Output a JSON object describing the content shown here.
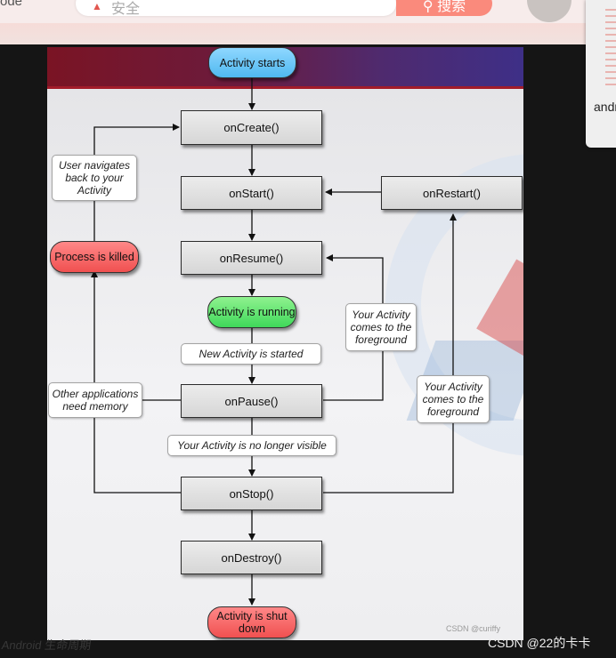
{
  "topbar": {
    "left_text": "ode",
    "search_placeholder": "安全",
    "search_button": "搜索"
  },
  "side_panel": {
    "text": "andr"
  },
  "diagram": {
    "nodes": {
      "activity_starts": "Activity starts",
      "on_create": "onCreate()",
      "on_start": "onStart()",
      "on_restart": "onRestart()",
      "on_resume": "onResume()",
      "activity_running": "Activity is running",
      "on_pause": "onPause()",
      "on_stop": "onStop()",
      "on_destroy": "onDestroy()",
      "process_killed": "Process is killed",
      "activity_shut_down": "Activity is shut down"
    },
    "notes": {
      "user_navigates_back": "User navigates back to your Activity",
      "foreground_resume": "Your Activity comes to the foreground",
      "new_activity_started": "New Activity is started",
      "other_apps_need_memory": "Other applications need memory",
      "foreground_restart": "Your Activity comes to the foreground",
      "no_longer_visible": "Your Activity is no longer visible"
    },
    "watermark": "CSDN @curiffy"
  },
  "footer": {
    "left_text": "Android 生命周期",
    "csdn_watermark": "CSDN @22的卡卡"
  },
  "colors": {
    "start_node": "#4fb8f0",
    "running_node": "#3fd85a",
    "end_node": "#f05050",
    "header_left": "#7a1424",
    "header_right": "#3e2f87"
  }
}
